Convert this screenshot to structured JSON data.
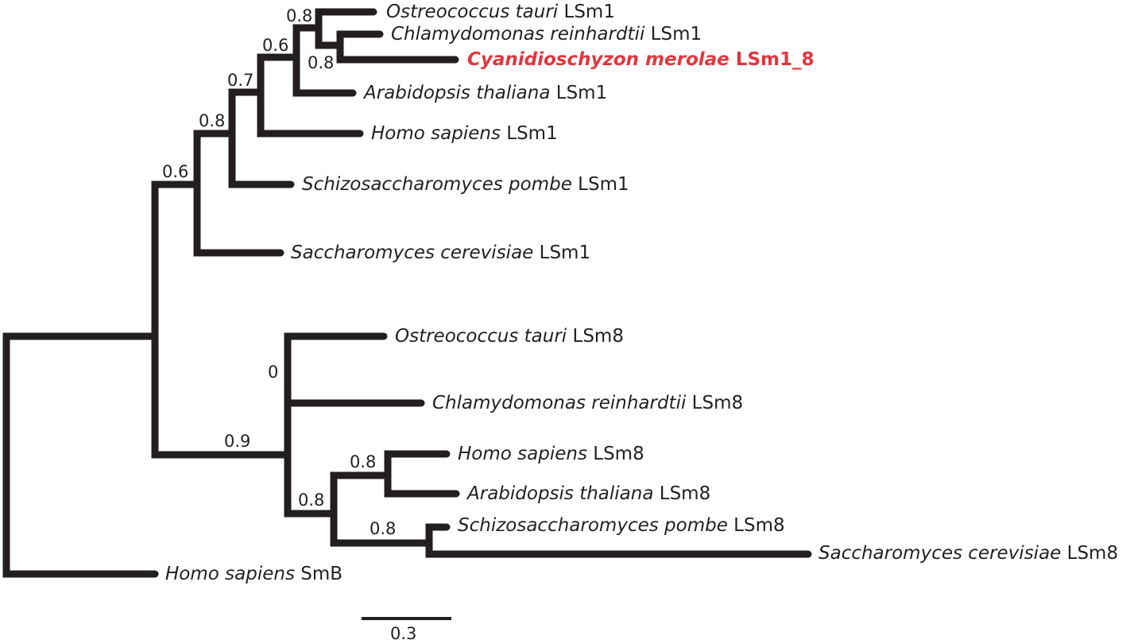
{
  "figure": {
    "type": "phylogenetic-tree",
    "highlight_color": "#e0373e",
    "line_color": "#231f20",
    "scale_bar": {
      "label": "0.3",
      "value": 0.3
    }
  },
  "tips": [
    {
      "id": "ot1",
      "species": "Ostreococcus tauri",
      "gene": "LSm1",
      "highlight": false
    },
    {
      "id": "cr1",
      "species": "Chlamydomonas reinhardtii",
      "gene": "LSm1",
      "highlight": false
    },
    {
      "id": "cm18",
      "species": "Cyanidioschyzon merolae",
      "gene": "LSm1_8",
      "highlight": true
    },
    {
      "id": "at1",
      "species": "Arabidopsis thaliana",
      "gene": "LSm1",
      "highlight": false
    },
    {
      "id": "hs1",
      "species": "Homo sapiens",
      "gene": "LSm1",
      "highlight": false
    },
    {
      "id": "sp1",
      "species": "Schizosaccharomyces pombe",
      "gene": "LSm1",
      "highlight": false
    },
    {
      "id": "sc1",
      "species": "Saccharomyces cerevisiae",
      "gene": "LSm1",
      "highlight": false
    },
    {
      "id": "ot8",
      "species": "Ostreococcus tauri",
      "gene": "LSm8",
      "highlight": false
    },
    {
      "id": "cr8",
      "species": "Chlamydomonas reinhardtii",
      "gene": "LSm8",
      "highlight": false
    },
    {
      "id": "hs8",
      "species": "Homo sapiens",
      "gene": "LSm8",
      "highlight": false
    },
    {
      "id": "at8",
      "species": "Arabidopsis thaliana",
      "gene": "LSm8",
      "highlight": false
    },
    {
      "id": "sp8",
      "species": "Schizosaccharomyces pombe",
      "gene": "LSm8",
      "highlight": false
    },
    {
      "id": "sc8",
      "species": "Saccharomyces cerevisiae",
      "gene": "LSm8",
      "highlight": false
    },
    {
      "id": "hsb",
      "species": "Homo sapiens",
      "gene": "SmB",
      "highlight": false
    }
  ],
  "support_values": [
    {
      "node": "ot1-cr1-cm18",
      "value": "0.8"
    },
    {
      "node": "cr1-cm18",
      "value": "0.8"
    },
    {
      "node": "ot1-cr1-cm18-at1",
      "value": "0.6"
    },
    {
      "node": "plants-hs1",
      "value": "0.7"
    },
    {
      "node": "plants-hs1-sp1",
      "value": "0.8"
    },
    {
      "node": "lsm1-clade",
      "value": "0.6"
    },
    {
      "node": "lsm8-clade",
      "value": "0.9"
    },
    {
      "node": "ot8-cr8-rest",
      "value": "0"
    },
    {
      "node": "hs8-at8-sp8-sc8",
      "value": "0.8"
    },
    {
      "node": "hs8-at8",
      "value": "0.8"
    },
    {
      "node": "sp8-sc8",
      "value": "0.8"
    }
  ]
}
